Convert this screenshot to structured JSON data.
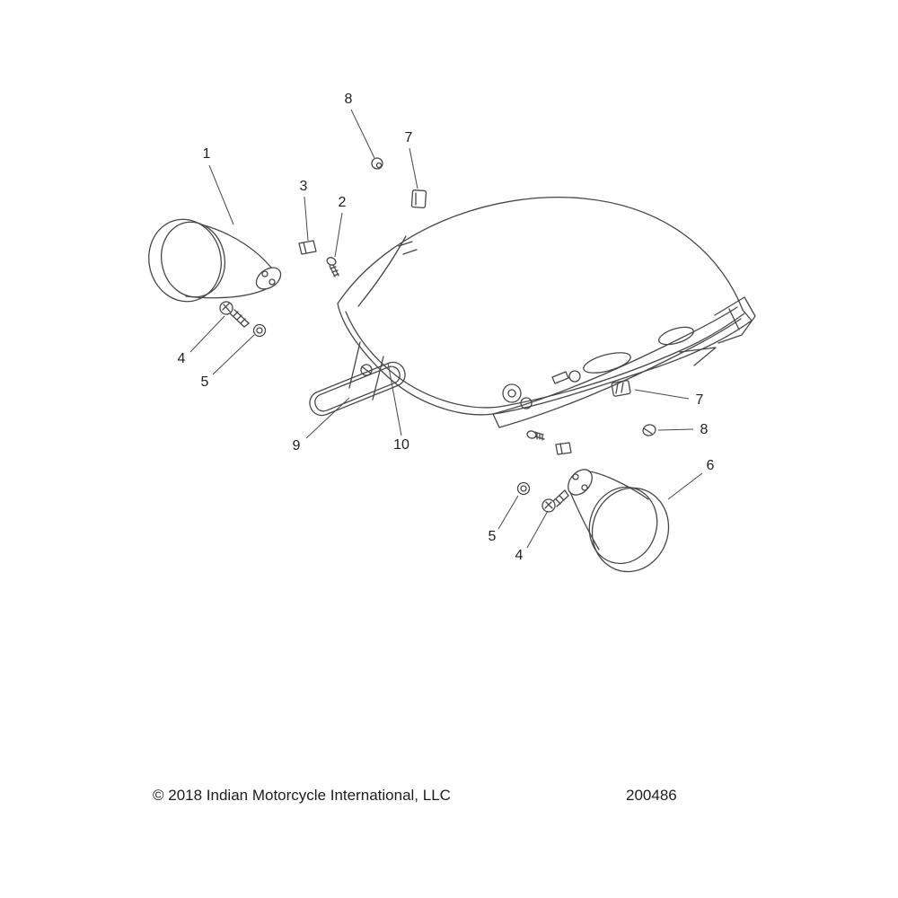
{
  "footer": {
    "copyright": "© 2018 Indian Motorcycle International, LLC",
    "part_number": "200486"
  },
  "callouts": [
    {
      "label": "1"
    },
    {
      "label": "8"
    },
    {
      "label": "7"
    },
    {
      "label": "3"
    },
    {
      "label": "2"
    },
    {
      "label": "4"
    },
    {
      "label": "5"
    },
    {
      "label": "9"
    },
    {
      "label": "10"
    },
    {
      "label": "7"
    },
    {
      "label": "8"
    },
    {
      "label": "6"
    },
    {
      "label": "5"
    },
    {
      "label": "4"
    }
  ],
  "line_color": "#474747"
}
